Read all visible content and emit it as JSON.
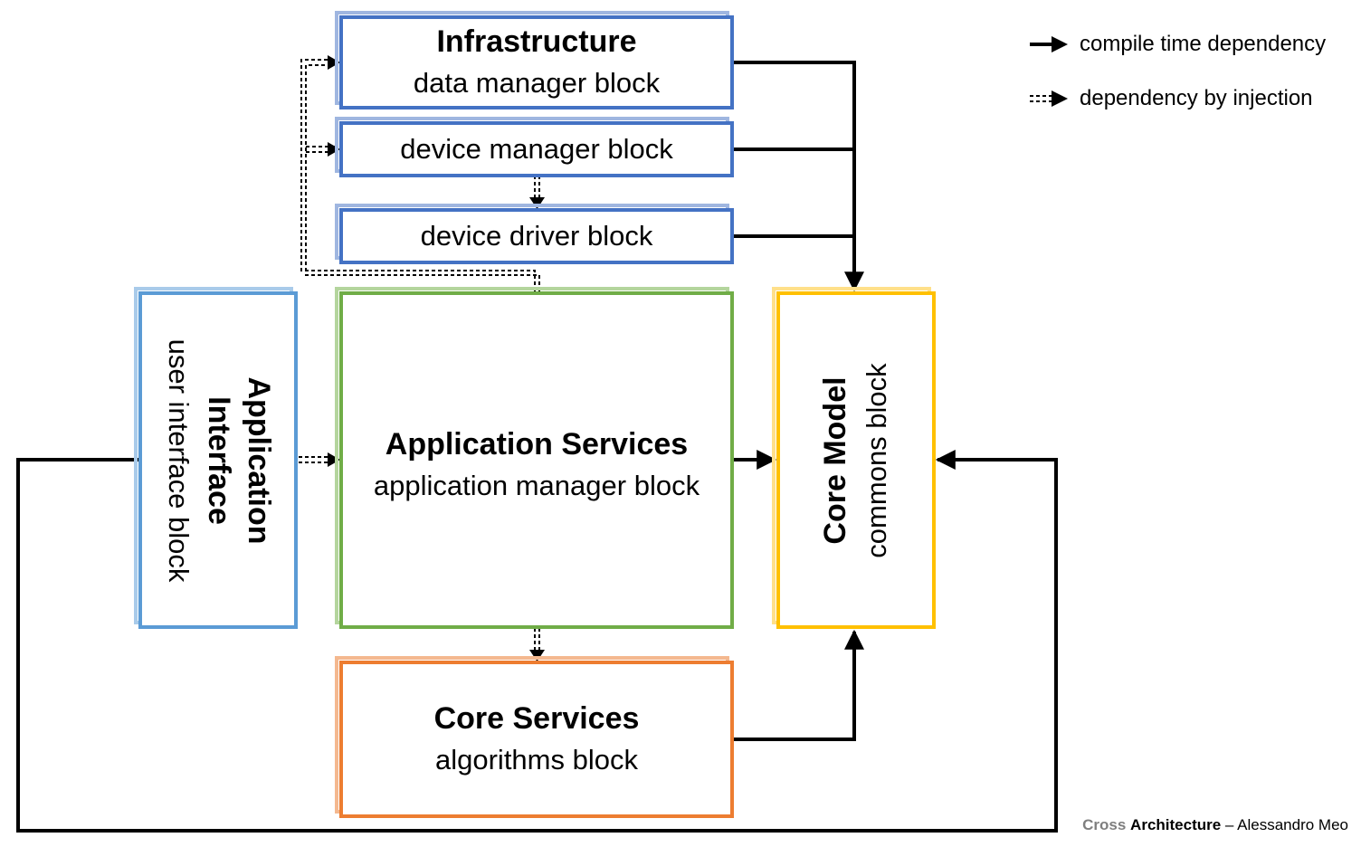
{
  "blocks": {
    "infrastructure": {
      "title": "Infrastructure",
      "subtitle": "data manager block"
    },
    "device_manager": {
      "label": "device manager block"
    },
    "device_driver": {
      "label": "device driver block"
    },
    "application_interface": {
      "title": "Application Interface",
      "subtitle": "user interface block"
    },
    "application_services": {
      "title": "Application Services",
      "subtitle": "application manager block"
    },
    "core_model": {
      "title": "Core Model",
      "subtitle": "commons block"
    },
    "core_services": {
      "title": "Core Services",
      "subtitle": "algorithms block"
    }
  },
  "legend": {
    "compile": "compile time dependency",
    "injection": "dependency by injection"
  },
  "credit": {
    "part1": "Cross",
    "part2": "Architecture",
    "part3": " – Alessandro Meo"
  },
  "colors": {
    "infrastructure": "#4472c4",
    "application_interface": "#5b9bd5",
    "application_services": "#70ad47",
    "core_model": "#ffc000",
    "core_services": "#ed7d31",
    "arrow": "#000000"
  },
  "edges": [
    {
      "from": "infrastructure",
      "to": "core_model",
      "kind": "compile"
    },
    {
      "from": "device_manager",
      "to": "core_model",
      "kind": "compile"
    },
    {
      "from": "device_driver",
      "to": "core_model",
      "kind": "compile"
    },
    {
      "from": "application_services",
      "to": "core_model",
      "kind": "compile"
    },
    {
      "from": "core_services",
      "to": "core_model",
      "kind": "compile"
    },
    {
      "from": "application_interface",
      "to": "core_model",
      "kind": "compile"
    },
    {
      "from": "device_manager",
      "to": "device_driver",
      "kind": "injection"
    },
    {
      "from": "application_services",
      "to": "infrastructure",
      "kind": "injection"
    },
    {
      "from": "application_services",
      "to": "device_manager",
      "kind": "injection"
    },
    {
      "from": "application_interface",
      "to": "application_services",
      "kind": "injection"
    },
    {
      "from": "application_services",
      "to": "core_services",
      "kind": "injection"
    }
  ]
}
